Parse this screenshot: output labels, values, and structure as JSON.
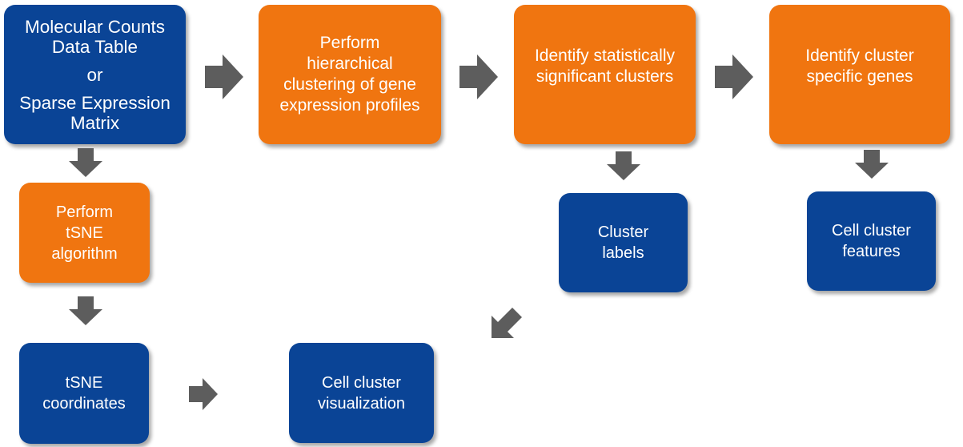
{
  "diagram": {
    "colors": {
      "data_box": "#0a4496",
      "process_box": "#f07510",
      "arrow": "#5d5d5d",
      "text": "#ffffff"
    },
    "boxes": {
      "input": {
        "line1": "Molecular Counts",
        "line2": "Data Table",
        "line3": "or",
        "line4": "Sparse Expression",
        "line5": "Matrix"
      },
      "hierarchical": {
        "line1": "Perform",
        "line2": "hierarchical",
        "line3": "clustering of gene",
        "line4": "expression profiles"
      },
      "significant": {
        "line1": "Identify statistically",
        "line2": "significant clusters"
      },
      "specific_genes": {
        "line1": "Identify cluster",
        "line2": "specific genes"
      },
      "tsne_algorithm": {
        "line1": "Perform",
        "line2": "tSNE",
        "line3": "algorithm"
      },
      "cluster_labels": {
        "line1": "Cluster",
        "line2": "labels"
      },
      "cluster_features": {
        "line1": "Cell cluster",
        "line2": "features"
      },
      "tsne_coordinates": {
        "line1": "tSNE",
        "line2": "coordinates"
      },
      "visualization": {
        "line1": "Cell cluster",
        "line2": "visualization"
      }
    }
  }
}
